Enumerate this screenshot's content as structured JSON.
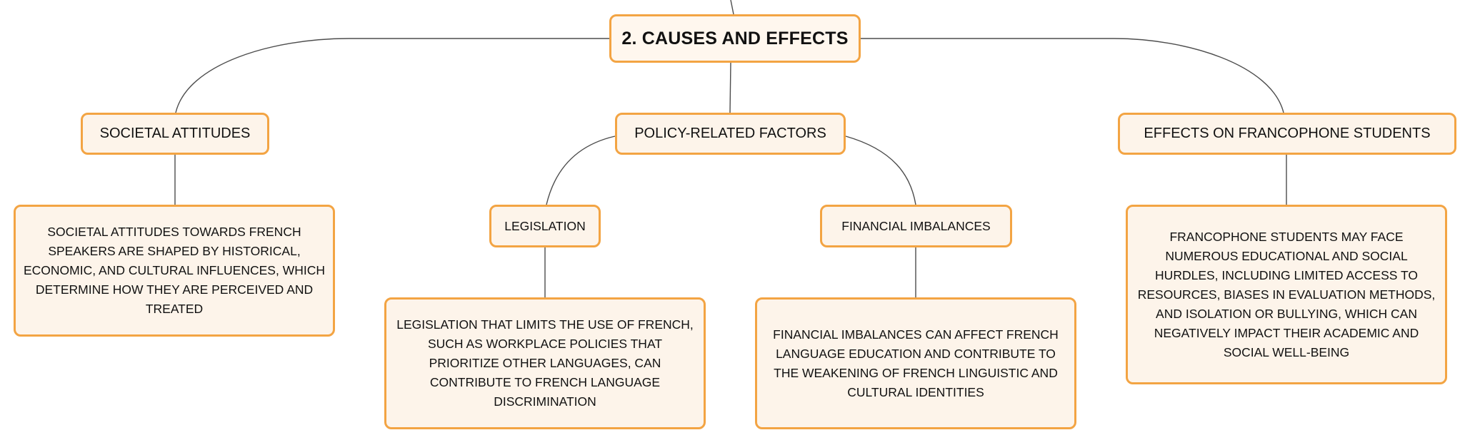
{
  "colors": {
    "node_border": "#f3a443",
    "node_fill": "#fdf4ea",
    "connector": "#4d4d4d",
    "text": "#111111"
  },
  "root": {
    "label": "2. CAUSES AND EFFECTS"
  },
  "branches": {
    "societal_attitudes": {
      "label": "SOCIETAL ATTITUDES",
      "description": "SOCIETAL ATTITUDES TOWARDS FRENCH SPEAKERS ARE SHAPED BY HISTORICAL, ECONOMIC, AND CULTURAL INFLUENCES, WHICH DETERMINE HOW THEY ARE PERCEIVED AND TREATED"
    },
    "policy_related_factors": {
      "label": "POLICY-RELATED FACTORS",
      "children": {
        "legislation": {
          "label": "LEGISLATION",
          "description": "LEGISLATION THAT LIMITS THE USE OF FRENCH, SUCH AS WORKPLACE POLICIES THAT PRIORITIZE OTHER LANGUAGES, CAN CONTRIBUTE TO FRENCH LANGUAGE DISCRIMINATION"
        },
        "financial_imbalances": {
          "label": "FINANCIAL IMBALANCES",
          "description": "FINANCIAL IMBALANCES CAN AFFECT FRENCH LANGUAGE EDUCATION AND CONTRIBUTE TO THE WEAKENING OF FRENCH LINGUISTIC AND CULTURAL IDENTITIES"
        }
      }
    },
    "effects_on_francophone_students": {
      "label": "EFFECTS ON FRANCOPHONE STUDENTS",
      "description": "FRANCOPHONE STUDENTS MAY FACE NUMEROUS EDUCATIONAL AND SOCIAL HURDLES, INCLUDING LIMITED ACCESS TO RESOURCES, BIASES IN EVALUATION METHODS, AND ISOLATION OR BULLYING, WHICH CAN NEGATIVELY IMPACT THEIR ACADEMIC AND SOCIAL WELL-BEING"
    }
  }
}
